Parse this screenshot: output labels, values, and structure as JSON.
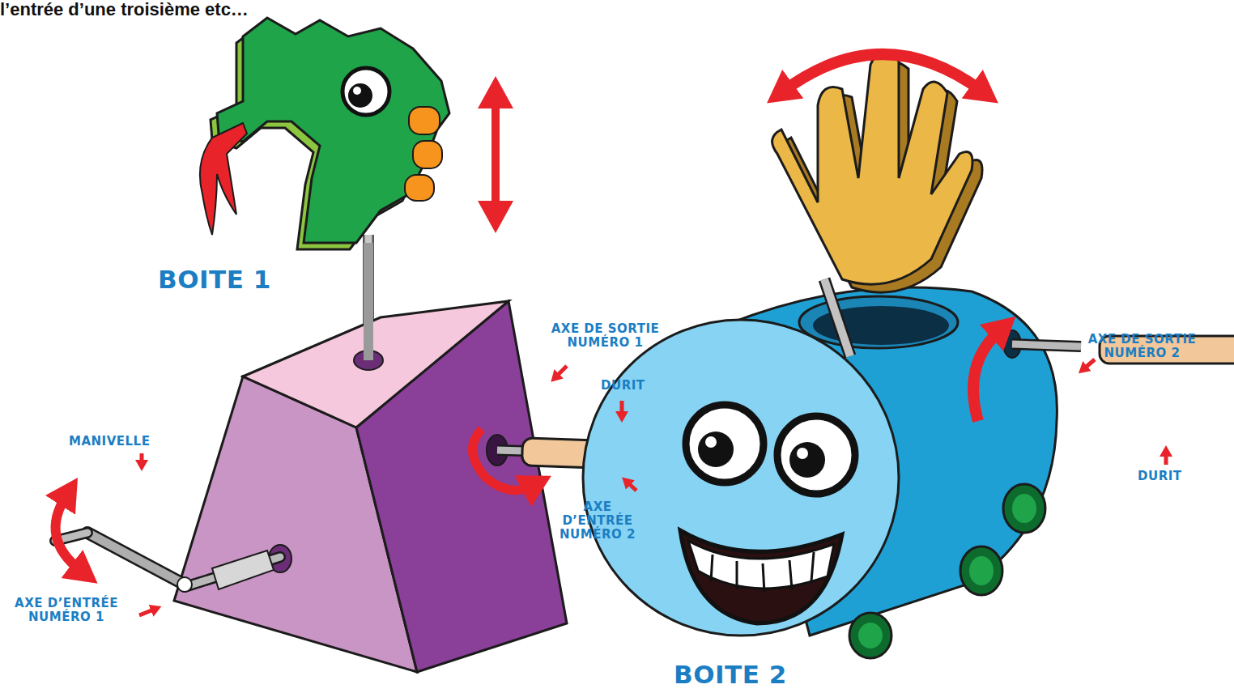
{
  "diagram": {
    "nodes": [
      {
        "text": [
          "BOITE 1"
        ]
      },
      {
        "text": [
          "BOITE 2"
        ]
      }
    ],
    "labels": [
      "l’entrée d’une troisième etc…",
      "MANIVELLE",
      "AXE D’ENTRÉE NUMÉRO 1",
      "AXE DE SORTIE NUMÉRO 1",
      "DURIT",
      "AXE D’ENTRÉE NUMÉRO 2",
      "AXE DE SORTIE NUMÉRO 2",
      "DURIT"
    ]
  }
}
